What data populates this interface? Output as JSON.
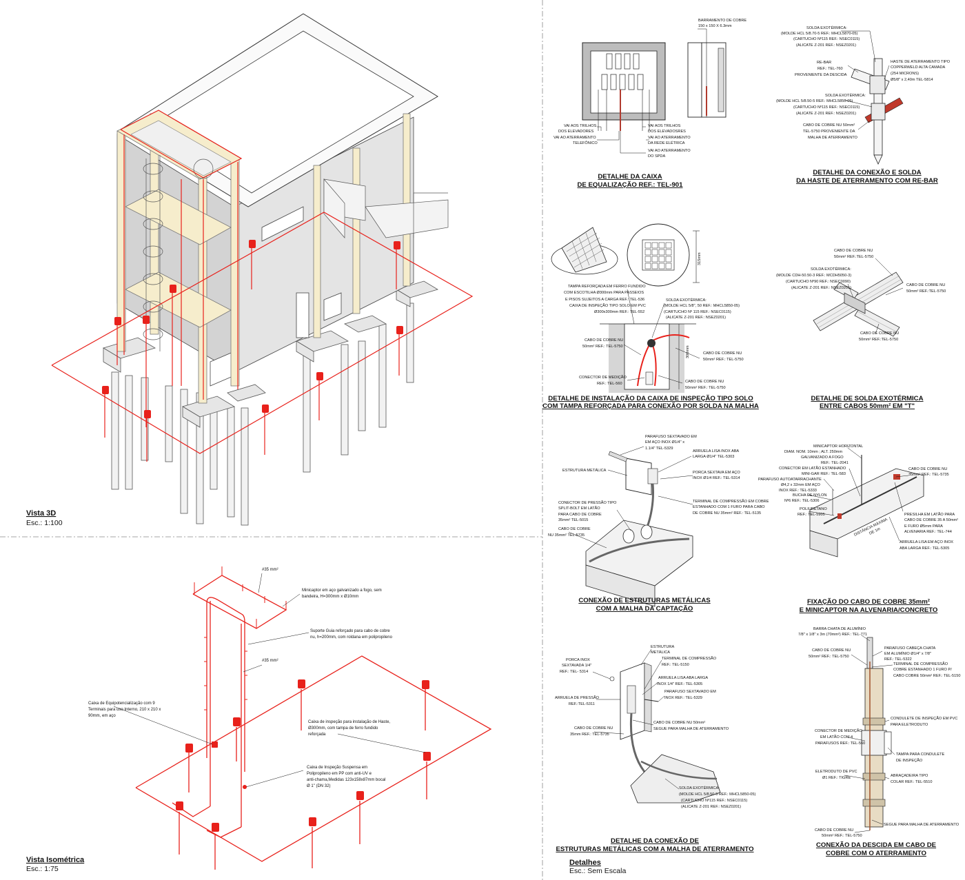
{
  "views": {
    "vista_3d": {
      "title": "Vista 3D",
      "scale": "Esc.: 1:100"
    },
    "vista_iso": {
      "title": "Vista Isométrica",
      "scale": "Esc.: 1:75"
    },
    "detalhes": {
      "title": "Detalhes",
      "scale": "Esc.: Sem Escala"
    }
  },
  "iso_annotations": {
    "cable1": "#35 mm²",
    "cable2": "#35 mm²",
    "minicaptor": [
      "Minicaptor em aço galvanizado a fogo, sem",
      "bandeira, H=300mm x Ø10mm"
    ],
    "suporte": [
      "Suporte Guia reforçado para cabo de cobre",
      "nu, h=200mm, com roldana em polipropileno"
    ],
    "caixa_equip": [
      "Caixa de Equipotencialização com 9",
      "Terminais para uso Interno, 210 x 210 x",
      "90mm, em aço"
    ],
    "caixa_insp": [
      "Caixa de inspeção para instalação de Haste,",
      "Ø300mm, com tampa de ferro fundido",
      "reforçada"
    ],
    "caixa_susp": [
      "Caixa de Inspeção Suspensa em",
      "Polipropileno em PP com anti-UV e",
      "anti-chama,Medidas 123x158x87mm bocal",
      "Ø 1\" (DN 32)"
    ]
  },
  "details": {
    "d1": {
      "title": [
        "DETALHE DA CAIXA",
        "DE EQUALIZAÇÃO REF.: TEL-901"
      ],
      "labels": {
        "barr": [
          "BARRAMENTO DE COBRE",
          "150 x 150 X 6.3mm"
        ],
        "l1": [
          "VAI AOS TRILHOS",
          "DOS ELEVADORES"
        ],
        "l2": [
          "VAI AO ATERRAMENTO",
          "TELEFÔNICO"
        ],
        "r1": [
          "VAI AOS TRILHOS",
          "DOS ELEVADOSRES"
        ],
        "r2": [
          "VAI AO ATERRAMENTO",
          "DA REDE ELÉTRICA"
        ],
        "r3": [
          "VAI AO ATERRAMENTO",
          "DO SPDA"
        ]
      }
    },
    "d2": {
      "title": [
        "DETALHE DA CONEXÃO E SOLDA",
        "DA HASTE DE ATERRAMENTO COM RE-BAR"
      ],
      "labels": {
        "solda1": [
          "SOLDA EXOTÉRMICA:",
          "(MOLDE HCL 5/8.70-5 REF.: MHCL5870-05)",
          "(CARTUCHO Nº115 REF.: NSEC0115)",
          "(ALICATE Z-201 REF.: NSEZ0201)"
        ],
        "rebar": [
          "RE-BAR",
          "REF.: TEL-760",
          "PROVENIENTE DA DESCIDA"
        ],
        "haste": [
          "HASTE DE ATERRAMENTO TIPO",
          "COPPERWELD ALTA CAMADA",
          "(254 MICRONS)",
          "Ø5/8\" x 2,40m TEL-5814"
        ],
        "solda2": [
          "SOLDA EXOTÉRMICA:",
          "(MOLDE HCL 5/8.50-5 REF.: MHCL5850-05)",
          "(CARTUCHO Nº115 REF.: NSEC0115)",
          "(ALICATE Z-201 REF.: NSEZ0201)"
        ],
        "cabo": [
          "CABO DE COBRE NU 50mm²",
          "TEL-5750 PROVENIENTE DA",
          "MALHA DE ATERRAMENTO"
        ]
      }
    },
    "d3": {
      "title": [
        "DETALHE DE INSTALAÇÃO DA CAIXA DE INSPEÇÃO TIPO SOLO",
        "COM TAMPA REFORÇADA PARA CONEXÃO POR SOLDA NA MALHA"
      ],
      "labels": {
        "tampa": [
          "TAMPA REFORÇADA EM FERRO FUNDIDO",
          "COM ESCOTILHA Ø300mm PARA PASSEIOS",
          "E PISOS SUJEITOS A CARGA REF.: TEL-536",
          "CAIXA DE INSPEÇÃO TIPO SOLO EM PVC",
          "Ø300x300mm REF.: TEL-552"
        ],
        "dim315": "315mm",
        "dim300": "300mm",
        "solda": [
          "SOLDA EXOTÉRMICA:",
          "(MOLDE HCL 5/8\", 50 REF.: MHCL5850-05)",
          "(CARTUCHO Nº 115 REF.: NSEC0115)",
          "(ALICATE Z-201 REF.: NSEZ0201)"
        ],
        "cabo_l": [
          "CABO DE COBRE NU",
          "50mm² REF.: TEL-5750"
        ],
        "cabo_r": [
          "CABO DE COBRE NU",
          "50mm² REF.: TEL-5750"
        ],
        "conector": [
          "CONECTOR DE MEDIÇÃO",
          "REF.: TEL-560"
        ],
        "cabo_b": [
          "CABO DE COBRE NU",
          "50mm² REF.: TEL-5750"
        ]
      }
    },
    "d4": {
      "title": [
        "DETALHE DE SOLDA EXOTÉRMICA",
        "ENTRE CABOS 50mm² EM \"T\""
      ],
      "labels": {
        "top": [
          "CABO DE COBRE NU",
          "50mm² REF.:TEL-5750"
        ],
        "solda": [
          "SOLDA EXOTÉRMICA:",
          "(MOLDE CDH-50.50-3 REF.: MCDH5050-3)",
          "(CARTUCHO Nº90 REF.: NSEC0090)",
          "(ALICATE Z-201 REF.: NSEZ0201)"
        ],
        "right": [
          "CABO DE COBRE NU",
          "50mm² REF.:TEL-5750"
        ],
        "bottom": [
          "CABO DE COBRE NU",
          "50mm² REF.:TEL-5750"
        ]
      }
    },
    "d5": {
      "title": [
        "CONEXÃO DE ESTRUTURAS METÁLICAS",
        "COM A MALHA DA CAPTAÇÃO"
      ],
      "labels": {
        "paraf": [
          "PARAFUSO SEXTAVADO EM",
          "EM AÇO INOX Ø1/4\" x",
          "1.1/4\" TEL-5329"
        ],
        "arruela": [
          "ARRUELA LISA INOX ABA",
          "LARGA Ø1/4\" TEL-5303"
        ],
        "estrutura": "ESTRUTURA METÁLICA",
        "porca": [
          "PORCA SEXTAVA EM AÇO",
          "INOX Ø1/4 REF.: TEL-5314"
        ],
        "split": [
          "CONECTOR DE PRESSÃO TIPO",
          "SPLIT-BOLT EM LATÃO",
          "PARA CABO DE COBRE",
          "35mm² TEL-5015"
        ],
        "term": [
          "TERMINAL DE COMPRESSÃO EM COBRE",
          "ESTANHADO COM 1 FURO PARA CABO",
          "DE COBRE NU 35mm² REF.: TEL-5135"
        ],
        "cabo": [
          "CABO DE COBRE",
          "NU 35mm² TEL-5735"
        ]
      }
    },
    "d6": {
      "title": [
        "FIXAÇÃO DO CABO DE COBRE 35mm²",
        "E MINICAPTOR NA ALVENARIA/CONCRETO"
      ],
      "labels": {
        "mini": [
          "MINICAPTOR HORIZONTAL",
          "DIAM. NOM. 10mm ; ALT. 250mm",
          "GALVANIZADO A FOGO",
          "REF.: TEL-2041"
        ],
        "conector": [
          "CONECTOR EM LATÃO ESTANHADO",
          "MINI-GAR REF.: TEL-583"
        ],
        "cabo": [
          "CABO DE COBRE NU",
          "35mm² REF.: TEL-5735"
        ],
        "paraf": [
          "PARAFUSO AUTOATARRACHANTE",
          "Ø4,2 x 32mm EM AÇO",
          "INOX REF.: TEL-5333"
        ],
        "bucha": [
          "BUCHA DE NYLON",
          "Nº6 REF.: TEL-5306"
        ],
        "poli": [
          "POLIURETANO",
          "REF.: TEL-5905"
        ],
        "dist": [
          "DISTÂNCIA MÁXIMA",
          "DE 1m"
        ],
        "presilha": [
          "PRESILHA EM LATÃO PARA",
          "CABO DE COBRE 35 A 50mm²",
          "E FURO Ø5mm PARA",
          "ALVENARIA REF.: TEL-744"
        ],
        "arruela": [
          "ARRUELA LISA EM AÇO INOX",
          "ABA LARGA REF.: TEL-5305"
        ]
      }
    },
    "d7": {
      "title": [
        "DETALHE DA CONEXÃO DE",
        "ESTRUTURAS METÁLICAS COM A MALHA DE ATERRAMENTO"
      ],
      "labels": {
        "estrutura": [
          "ESTRUTURA",
          "METÁLICA"
        ],
        "term": [
          "TERMINAL DE COMPRESSÃO",
          "REF.: TEL-5150"
        ],
        "porca": [
          "PORCA INOX",
          "SEXTAVADA 1/4\"",
          "REF.: TEL- 5314"
        ],
        "arruela_l": [
          "ARRUELA LISA ABA LARGA",
          "INOX 1/4\" REF.: TEL-5305"
        ],
        "arruela_p": [
          "ARRUELA DE PRESSÃO",
          "REF.:TEL-5311"
        ],
        "paraf": [
          "PARAFUSO SEXTAVADO EM",
          "INOX REF.: TEL-5329"
        ],
        "cabo50": [
          "CABO DE COBRE NU 50mm²",
          "SEGUE PARA MALHA DE ATERRAMENTO"
        ],
        "cabo35": [
          "CABO DE COBRE NU",
          "35mm REF.: TEL-5735"
        ],
        "solda": [
          "SOLDA EXOTÉRMICA:",
          "(MOLDE HCL 5/8.50-5 REF.: MHCL5850-05)",
          "(CARTUCHO Nº115 REF.: NSEC0115)",
          "(ALICATE Z-201 REF.: NSEZ0201)"
        ]
      }
    },
    "d8": {
      "title": [
        "CONEXÃO DA DESCIDA EM CABO DE",
        "COBRE COM O ATERRAMENTO"
      ],
      "labels": {
        "barra": [
          "BARRA CHATA DE ALUMÍNIO",
          "7/8\" x 1/8\" x 3m (70mm²) REF.: TEL-771"
        ],
        "cabo_top": [
          "CABO DE COBRE NU",
          "50mm² REF.: TEL-5750"
        ],
        "paraf": [
          "PARAFUSO CABEÇA CHATA",
          "EM ALUMÍNIO Ø1/4\" x 7/8\"",
          "REF.: TEL-5322"
        ],
        "term": [
          "TERMINAL DE COMPRESSÃO",
          "COBRE ESTANHADO 1 FURO P/",
          "CABO COBRE 50mm² REF.: TEL-5150"
        ],
        "condulete": [
          "CONDULETE DE INSPEÇÃO EM PVC",
          "PARA ELETRODUTO"
        ],
        "conector": [
          "CONECTOR DE MEDIÇÃO",
          "EM LATÃO COM 4",
          "PARAFUSOS REF.: TEL-560"
        ],
        "tampa": [
          "TAMPA PARA CONDULETE",
          "DE INSPEÇÃO"
        ],
        "eletroduto": [
          "ELETRODUTO DE PVC",
          "Ø1 REF.: TIGRE"
        ],
        "abracadeira": [
          "ABRAÇADEIRA TIPO",
          "COLAR REF.: TEL-5510"
        ],
        "segue": "SEGUE PARA MALHA DE ATERRAMENTO",
        "cabo_bot": [
          "CABO DE COBRE NU",
          "50mm² REF.: TEL-5750"
        ]
      }
    }
  }
}
